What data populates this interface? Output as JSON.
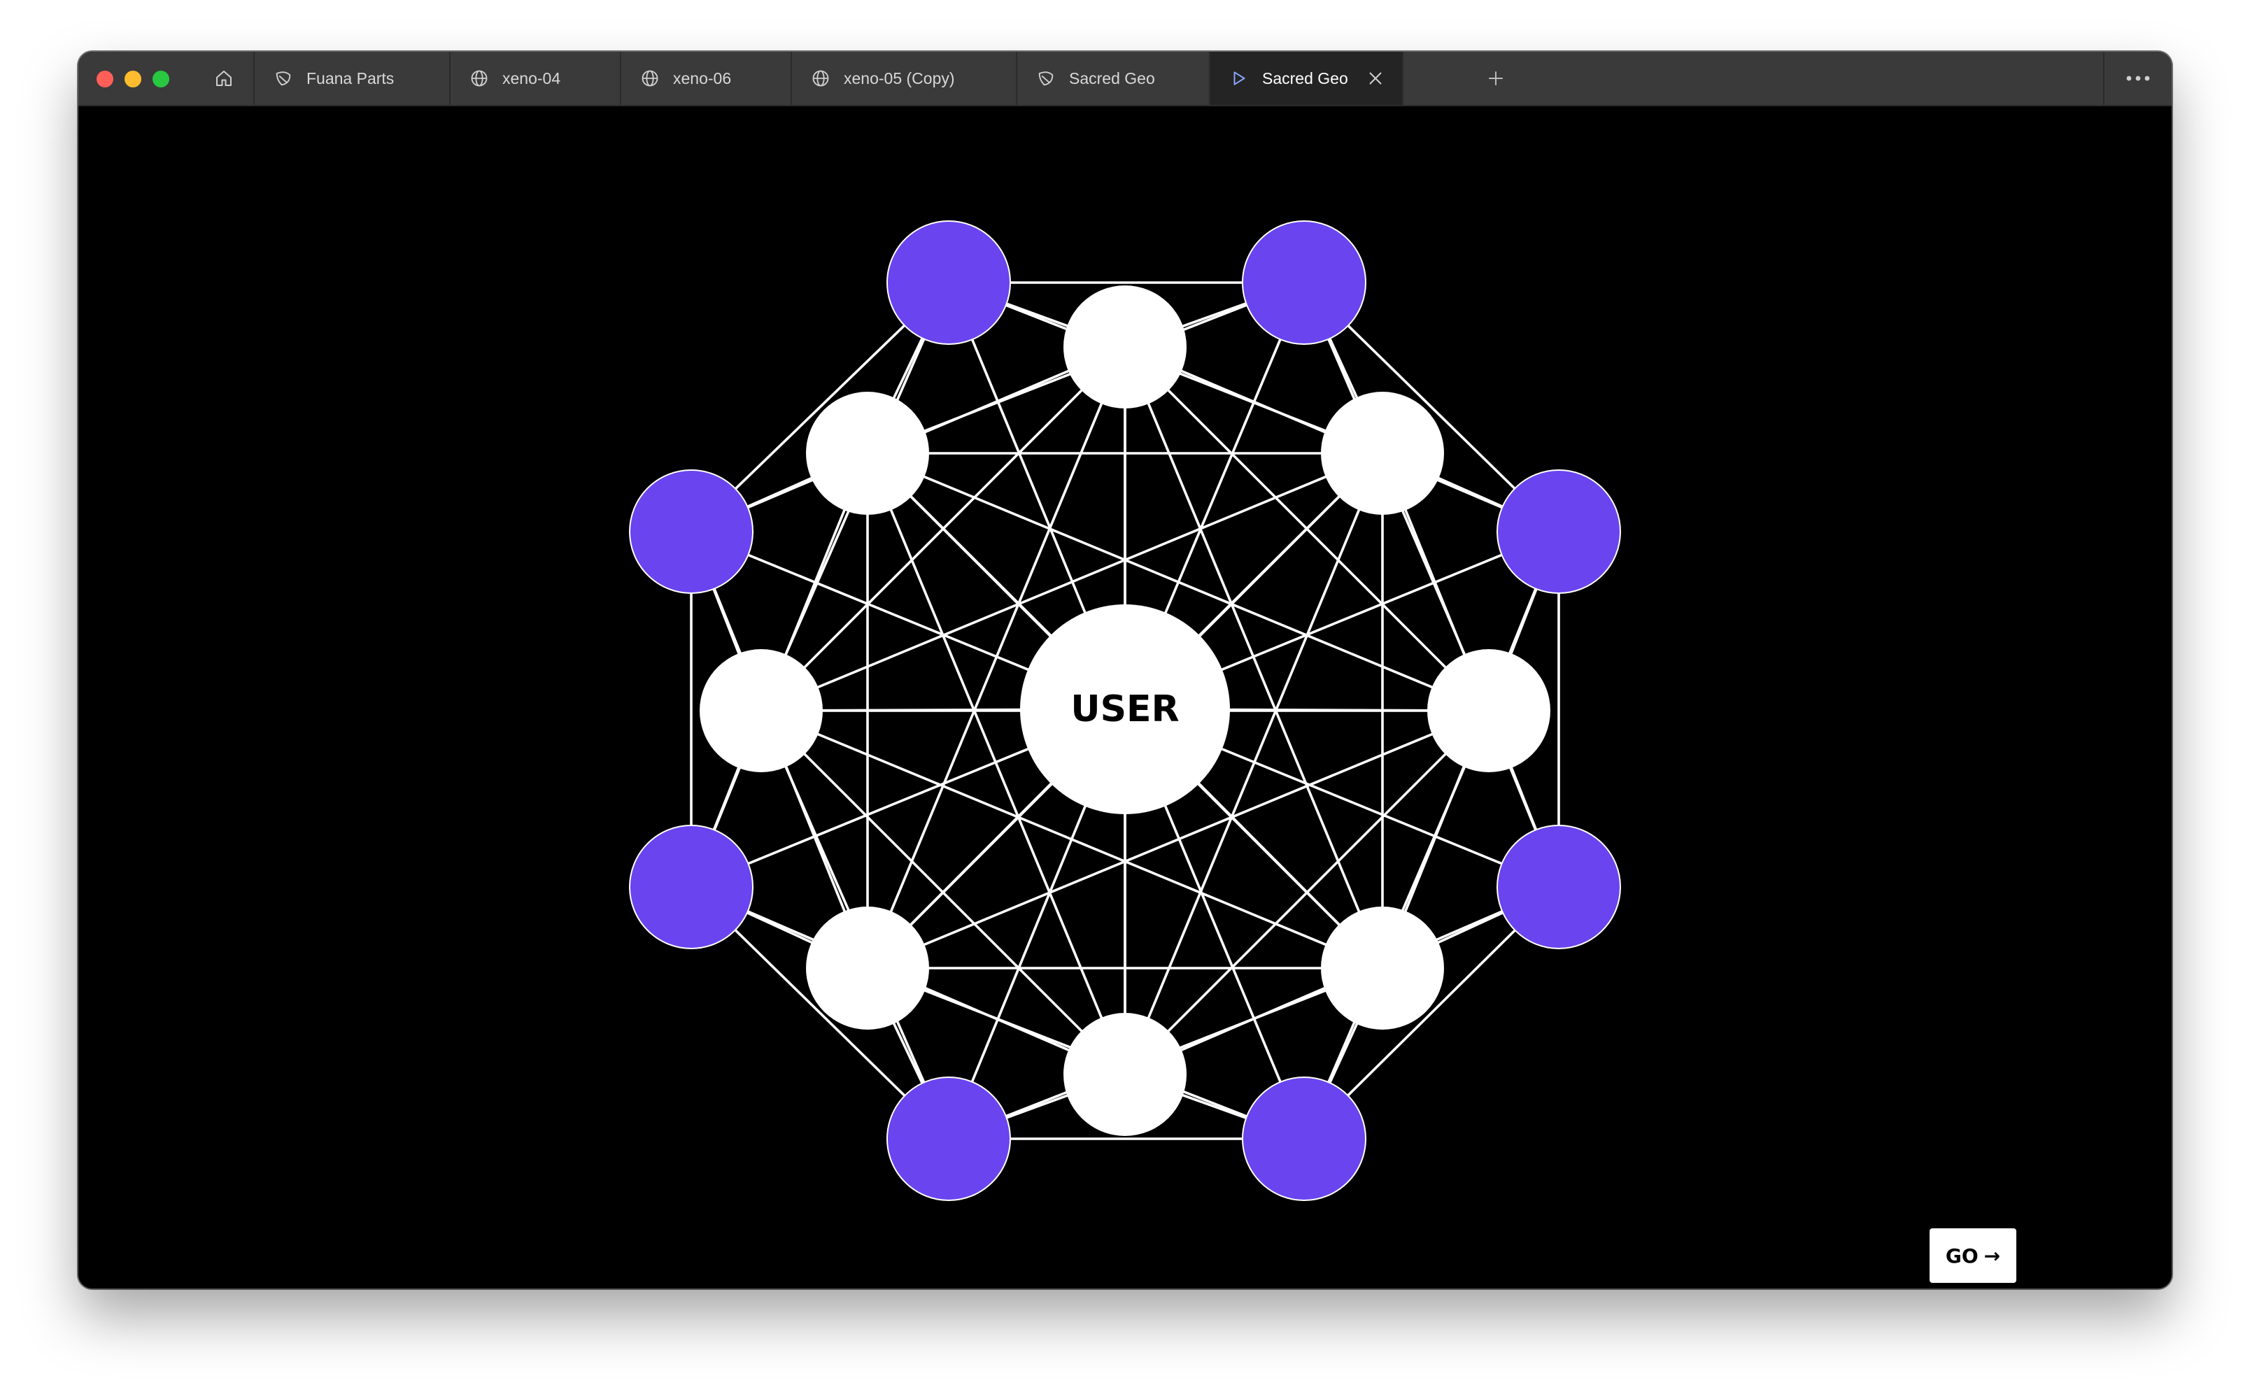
{
  "browser": {
    "tabs": [
      {
        "label": "Fuana Parts",
        "icon": "leaf-icon",
        "active": false
      },
      {
        "label": "xeno-04",
        "icon": "globe-icon",
        "active": false
      },
      {
        "label": "xeno-06",
        "icon": "globe-icon",
        "active": false
      },
      {
        "label": "xeno-05 (Copy)",
        "icon": "globe-icon",
        "active": false
      },
      {
        "label": "Sacred Geo",
        "icon": "leaf-icon",
        "active": false
      },
      {
        "label": "Sacred Geo",
        "icon": "play-icon",
        "active": true
      }
    ]
  },
  "graph": {
    "center_label": "USER",
    "colors": {
      "purple": "#6a44ef",
      "white": "#ffffff",
      "edge": "#ffffff"
    }
  },
  "go_button": {
    "label": "GO",
    "icon": "arrow-right-icon"
  }
}
